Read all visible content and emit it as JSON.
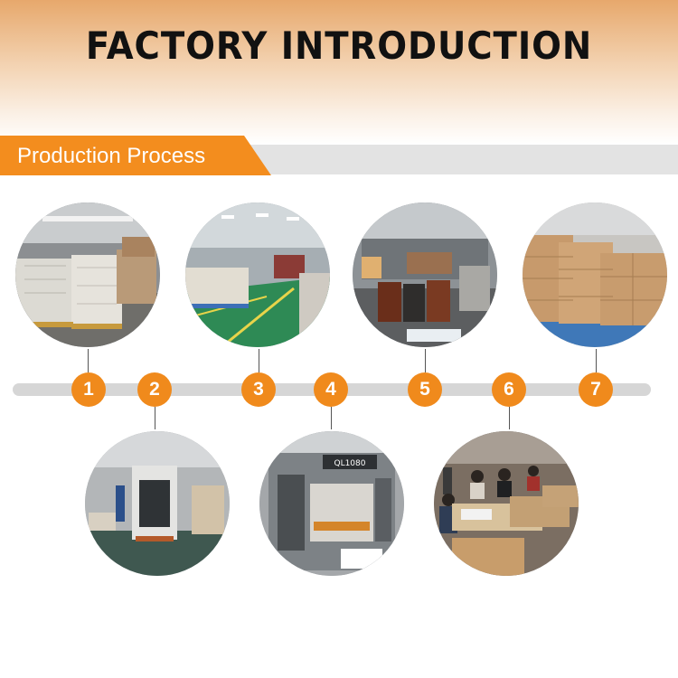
{
  "header": {
    "title": "FACTORY INTRODUCTION"
  },
  "banner": {
    "label": "Production Process",
    "accent_color": "#f38d1e"
  },
  "steps": [
    {
      "number": "1"
    },
    {
      "number": "2"
    },
    {
      "number": "3"
    },
    {
      "number": "4"
    },
    {
      "number": "5"
    },
    {
      "number": "6"
    },
    {
      "number": "7"
    }
  ],
  "photos": [
    {
      "label": "QL1080"
    }
  ]
}
